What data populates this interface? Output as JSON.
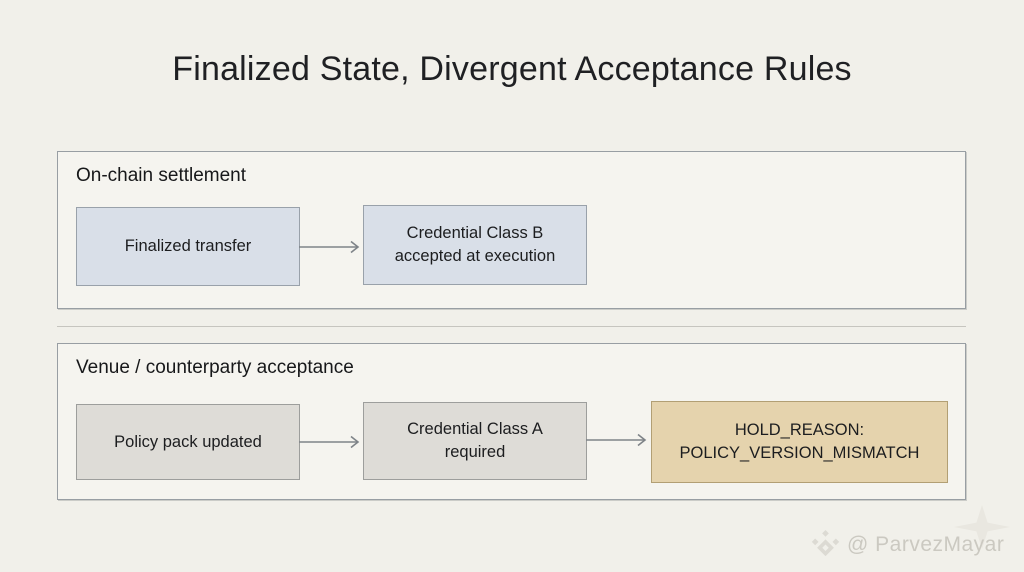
{
  "slide": {
    "title": "Finalized State, Divergent Acceptance Rules"
  },
  "sections": [
    {
      "label": "On-chain settlement",
      "boxes": [
        {
          "label": "Finalized transfer",
          "style": "blue"
        },
        {
          "label": "Credential Class B accepted at execution",
          "style": "blue"
        }
      ],
      "connectors": [
        "arrow-right"
      ]
    },
    {
      "label": "Venue / counterparty acceptance",
      "boxes": [
        {
          "label": "Policy pack updated",
          "style": "gray"
        },
        {
          "label": "Credential Class A required",
          "style": "gray"
        },
        {
          "label": "HOLD_REASON: POLICY_VERSION_MISMATCH",
          "style": "tan"
        }
      ],
      "connectors": [
        "arrow-right",
        "arrow-right"
      ]
    }
  ],
  "watermark": {
    "handle": "@ ParvezMayar",
    "icon": "binance-diamond-logo"
  },
  "palette": {
    "page_background": "#f1f0ea",
    "section_background": "#f5f4ef",
    "section_border": "#989ea3",
    "node_blue_fill": "#d9dfe8",
    "node_blue_border": "#99a1aa",
    "node_gray_fill": "#dedcd7",
    "node_gray_border": "#9d9e9c",
    "node_tan_fill": "#e5d3ad",
    "node_tan_border": "#b29f74",
    "arrow_color": "#7e8388",
    "divider_color": "#c6c5bf",
    "title_color": "#1f2023",
    "watermark_color": "#cbc9c1"
  }
}
